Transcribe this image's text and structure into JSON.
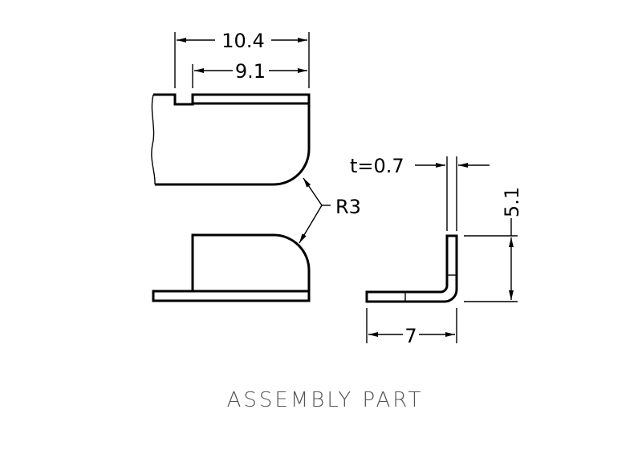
{
  "drawing": {
    "caption": "ASSEMBLY PART",
    "dimensions": {
      "overall_width": "10.4",
      "inner_width": "9.1",
      "radius": "R3",
      "thickness": "t=0.7",
      "height": "5.1",
      "base_length": "7"
    }
  }
}
